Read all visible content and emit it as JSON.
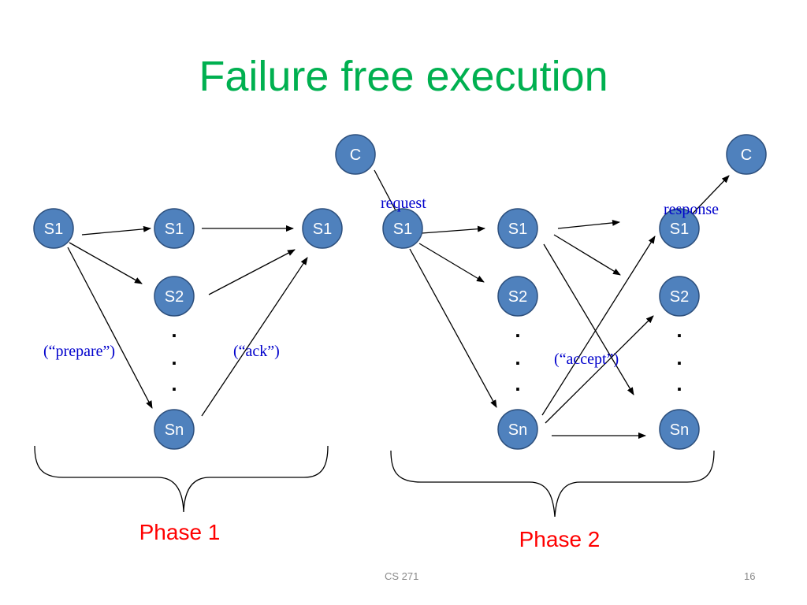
{
  "title": "Failure free execution",
  "colors": {
    "title": "#00b050",
    "node_fill": "#4f81bd",
    "message_label": "#0000cc",
    "phase_label": "#ff0000",
    "arrow": "#000000"
  },
  "nodes": {
    "p1_s1_src": "S1",
    "p1_s1_mid": "S1",
    "p1_s2_mid": "S2",
    "p1_sn_mid": "Sn",
    "p1_s1_dst": "S1",
    "p2_c_top": "C",
    "p2_s1_src": "S1",
    "p2_s1_mid": "S1",
    "p2_s2_mid": "S2",
    "p2_sn_mid": "Sn",
    "p2_c_resp": "C",
    "p2_s1_dst": "S1",
    "p2_s2_dst": "S2",
    "p2_sn_dst": "Sn"
  },
  "messages": {
    "prepare": "(“prepare”)",
    "ack": "(“ack”)",
    "request": "request",
    "accept": "(“accept”)",
    "response": "response"
  },
  "phases": {
    "phase1": "Phase 1",
    "phase2": "Phase 2"
  },
  "footer": {
    "course": "CS 271",
    "page_number": "16"
  }
}
